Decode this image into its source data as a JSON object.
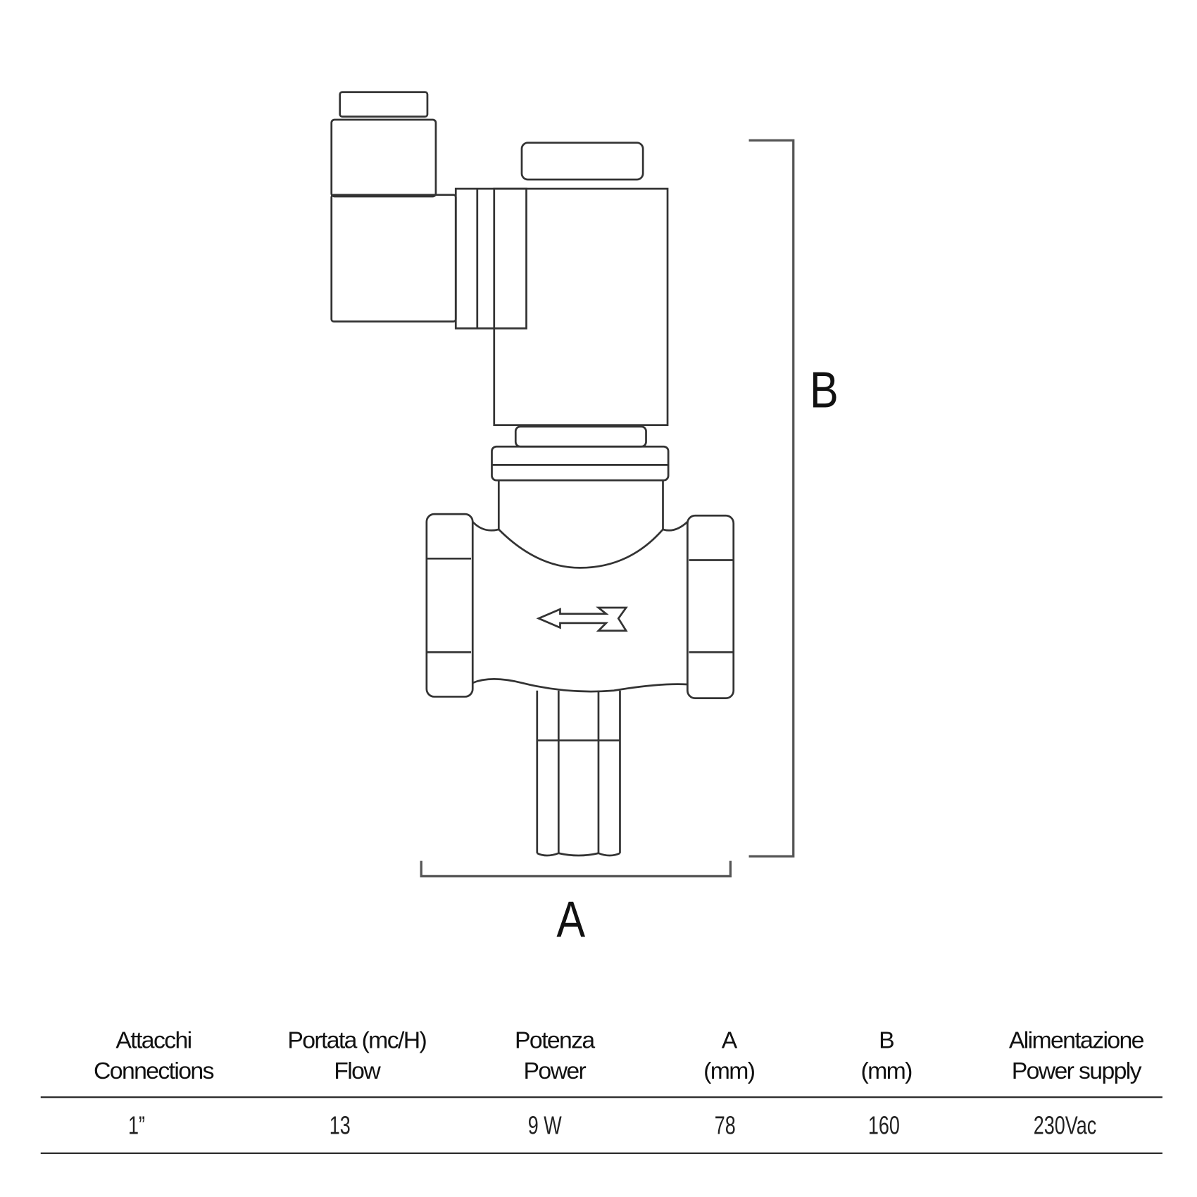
{
  "drawing": {
    "dimension_a_label": "A",
    "dimension_b_label": "B",
    "flow_arrow_icon": "left-arrow"
  },
  "table": {
    "headers": [
      {
        "line1": "Attacchi",
        "line2": "Connections"
      },
      {
        "line1": "Portata (mc/H)",
        "line2": "Flow"
      },
      {
        "line1": "Potenza",
        "line2": "Power"
      },
      {
        "line1": "A",
        "line2": "(mm)"
      },
      {
        "line1": "B",
        "line2": "(mm)"
      },
      {
        "line1": "Alimentazione",
        "line2": "Power supply"
      }
    ],
    "row": [
      "1”",
      "13",
      "9 W",
      "78",
      "160",
      "230Vac"
    ]
  }
}
